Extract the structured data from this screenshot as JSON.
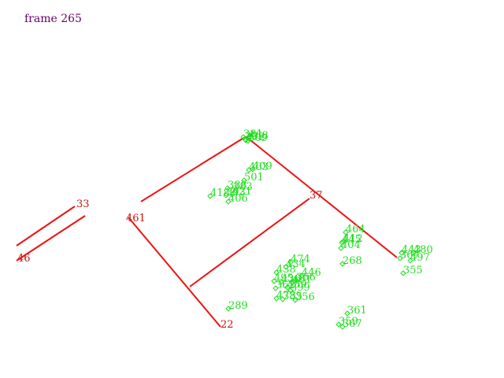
{
  "frame_label": "frame 265",
  "colors": {
    "segment": "#ee1111",
    "segment_label": "#cc1111",
    "point": "#22dd22",
    "title": "#660066"
  },
  "segments": [
    {
      "label": "33"
    },
    {
      "label": "46"
    },
    {
      "label": "461"
    },
    {
      "label": "22"
    },
    {
      "label": "37"
    },
    {
      "label": ""
    },
    {
      "label": ""
    }
  ],
  "point_labels": [
    "30",
    "468",
    "381",
    "472",
    "309",
    "463",
    "501",
    "409",
    "388",
    "383",
    "418",
    "393",
    "421",
    "406",
    "289",
    "474",
    "434",
    "438",
    "446",
    "366",
    "495",
    "436",
    "461",
    "489",
    "362",
    "399",
    "356",
    "473",
    "385",
    "464",
    "445",
    "412",
    "404",
    "268",
    "361",
    "359",
    "367",
    "443",
    "480",
    "367",
    "497",
    "355"
  ]
}
